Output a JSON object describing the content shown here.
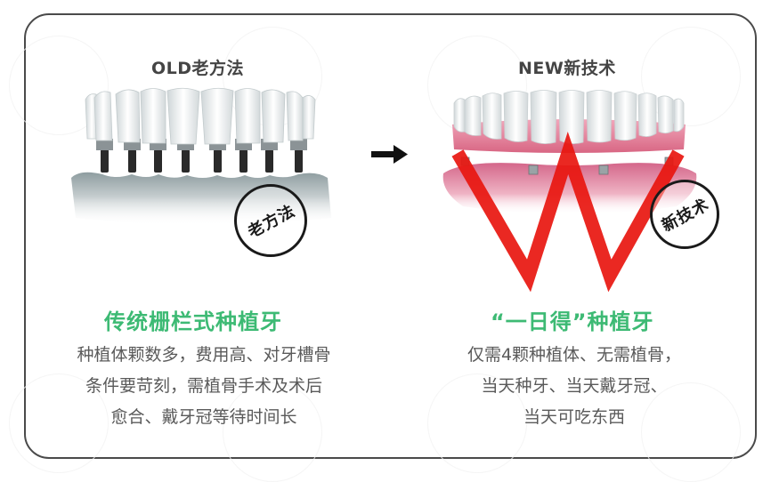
{
  "colors": {
    "frame": "#4a4a4a",
    "heading_green": "#3dba74",
    "body_text": "#5a5a5a",
    "title_text": "#444444",
    "w_red": "#e8160f",
    "gum_pink": "#e27a96",
    "bone_grey": "#b8c2c4"
  },
  "arrow": {
    "icon": "right-arrow-icon"
  },
  "old": {
    "title": "OLD老方法",
    "stamp": "老方法",
    "heading": "传统栅栏式种植牙",
    "lines": [
      "种植体颗数多，费用高、对牙槽骨",
      "条件要苛刻，需植骨手术及术后",
      "愈合、戴牙冠等待时间长"
    ],
    "implant_count": 8
  },
  "new": {
    "title": "NEW新技术",
    "stamp": "新技术",
    "heading": "“一日得”种植牙",
    "lines": [
      "仅需4颗种植体、无需植骨，",
      "当天种牙、当天戴牙冠、",
      "当天可吃东西"
    ],
    "implant_count": 4
  }
}
